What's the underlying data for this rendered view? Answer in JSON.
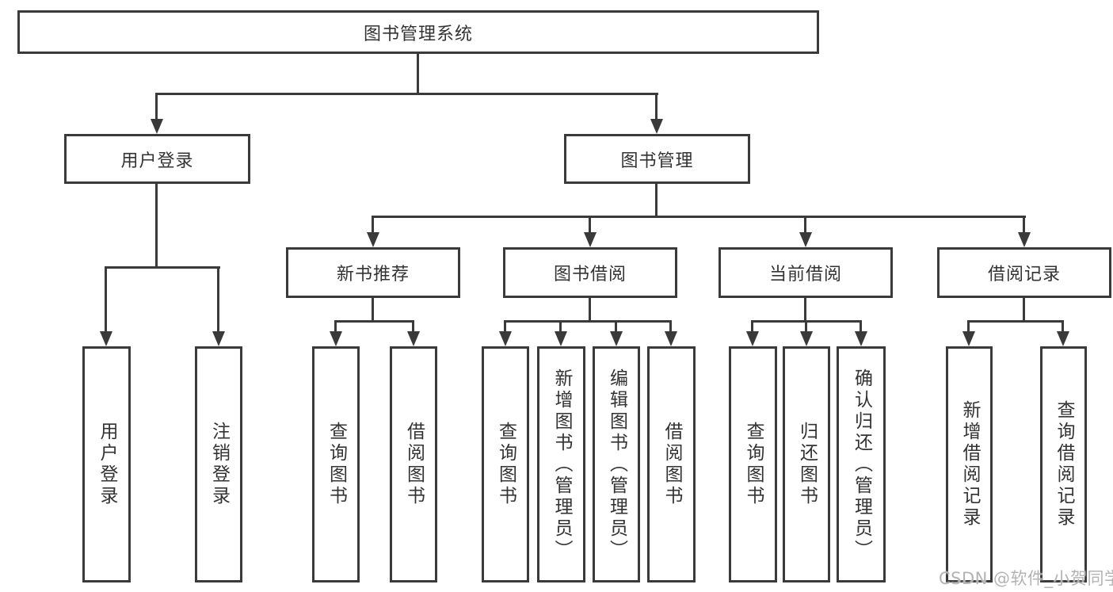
{
  "diagram": {
    "title": "图书管理系统",
    "level2": {
      "user_login": {
        "label": "用户登录"
      },
      "book_management": {
        "label": "图书管理"
      }
    },
    "level3": {
      "new_book_recommend": {
        "label": "新书推荐"
      },
      "book_borrow": {
        "label": "图书借阅"
      },
      "current_borrow": {
        "label": "当前借阅"
      },
      "borrow_records": {
        "label": "借阅记录"
      }
    },
    "leaves": {
      "user_login_group": [
        {
          "label": "用户登录"
        },
        {
          "label": "注销登录"
        }
      ],
      "new_book_group": [
        {
          "label": "查询图书"
        },
        {
          "label": "借阅图书"
        }
      ],
      "book_borrow_group": [
        {
          "label": "查询图书"
        },
        {
          "label": "新增图书（管理员）"
        },
        {
          "label": "编辑图书（管理员）"
        },
        {
          "label": "借阅图书"
        }
      ],
      "current_borrow_group": [
        {
          "label": "查询图书"
        },
        {
          "label": "归还图书"
        },
        {
          "label": "确认归还（管理员）"
        }
      ],
      "records_group": [
        {
          "label": "新增借阅记录"
        },
        {
          "label": "查询借阅记录"
        }
      ]
    },
    "watermark": "CSDN @软件_小贺同学",
    "colors": {
      "line": "#3a3a3a",
      "text": "#333333",
      "background": "#ffffff",
      "watermark": "#b3b3b3"
    }
  }
}
